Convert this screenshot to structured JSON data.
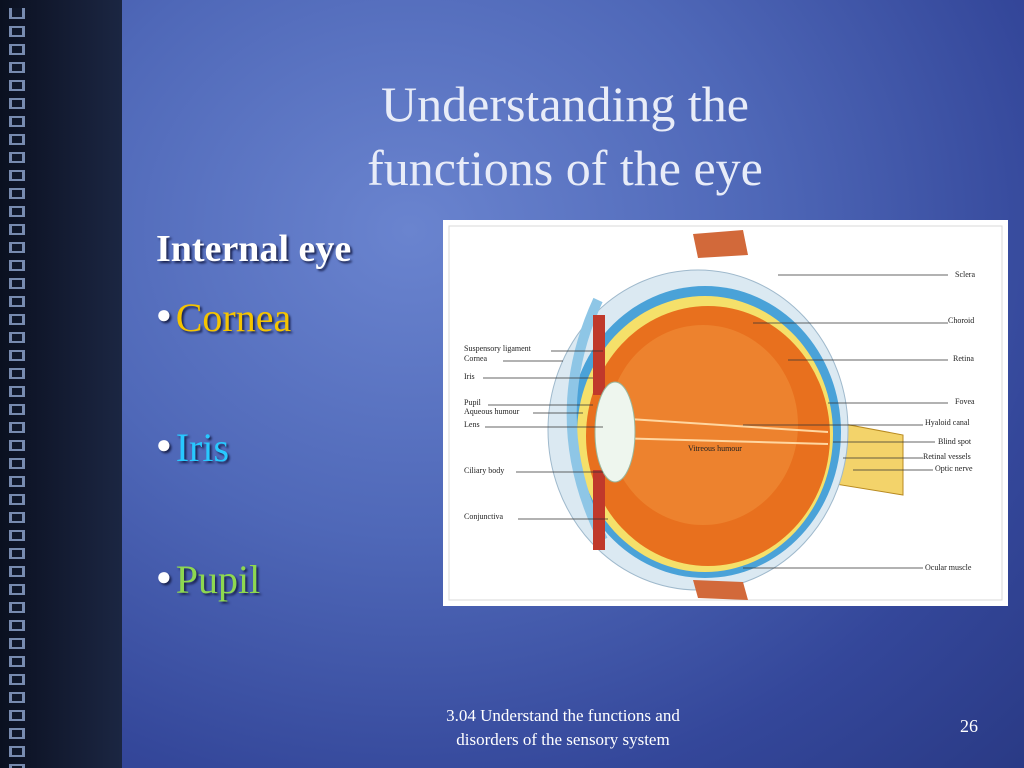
{
  "slide": {
    "title_line1": "Understanding the",
    "title_line2": "functions of the eye",
    "subheading": "Internal eye",
    "bullets": [
      {
        "label": "Cornea",
        "color": "#f5c400"
      },
      {
        "label": "Iris",
        "color": "#28c8ff"
      },
      {
        "label": "Pupil",
        "color": "#8ed850"
      }
    ],
    "footer_line1": "3.04 Understand the functions and",
    "footer_line2": "disorders of the sensory system",
    "page_number": "26"
  },
  "figure": {
    "labels_right": {
      "sclera": "Sclera",
      "choroid": "Choroid",
      "retina": "Retina",
      "fovea": "Fovea",
      "hyaloid_canal": "Hyaloid canal",
      "blind_spot": "Blind spot",
      "retinal_vessels": "Retinal vessels",
      "optic_nerve": "Optic nerve",
      "ocular_muscle": "Ocular muscle"
    },
    "labels_left": {
      "suspensory_ligament": "Suspensory ligament",
      "cornea": "Cornea",
      "iris": "Iris",
      "pupil": "Pupil",
      "aqueous_humour": "Aqueous humour",
      "lens": "Lens",
      "ciliary_body": "Ciliary body",
      "conjunctiva": "Conjunctiva"
    },
    "label_center": "Vitreous humour"
  }
}
